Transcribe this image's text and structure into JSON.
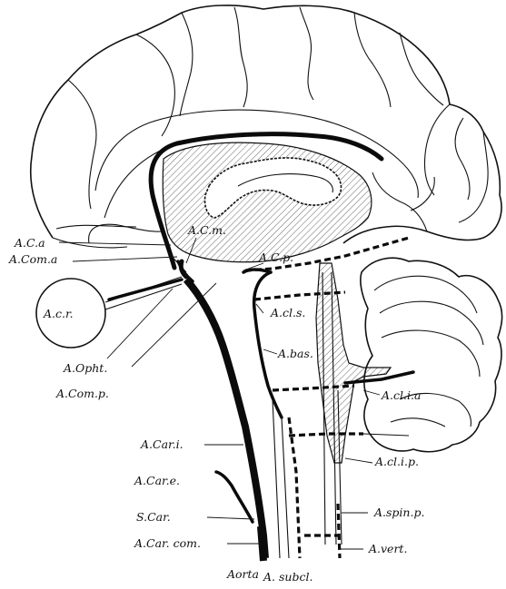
{
  "labels": {
    "aca": "A.C.a",
    "acoma": "A.Com.a",
    "acm": "A.C.m.",
    "acp": "A.C.p.",
    "acr": "A.c.r.",
    "opht": "A.Opht.",
    "comp": "A.Com.p.",
    "cls": "A.cl.s.",
    "bas": "A.bas.",
    "clia": "A.cl.i.a",
    "carl": "A.Car.i.",
    "clip": "A.cl.i.p.",
    "care": "A.Car.e.",
    "scar": "S.Car.",
    "spinp": "A.spin.p.",
    "carcom": "A.Car. com.",
    "vert": "A.vert.",
    "aorta": "Aorta",
    "subcl": "A. subcl."
  },
  "colors": {
    "ink": "#111111",
    "paper": "#ffffff",
    "hatch": "#555555"
  }
}
